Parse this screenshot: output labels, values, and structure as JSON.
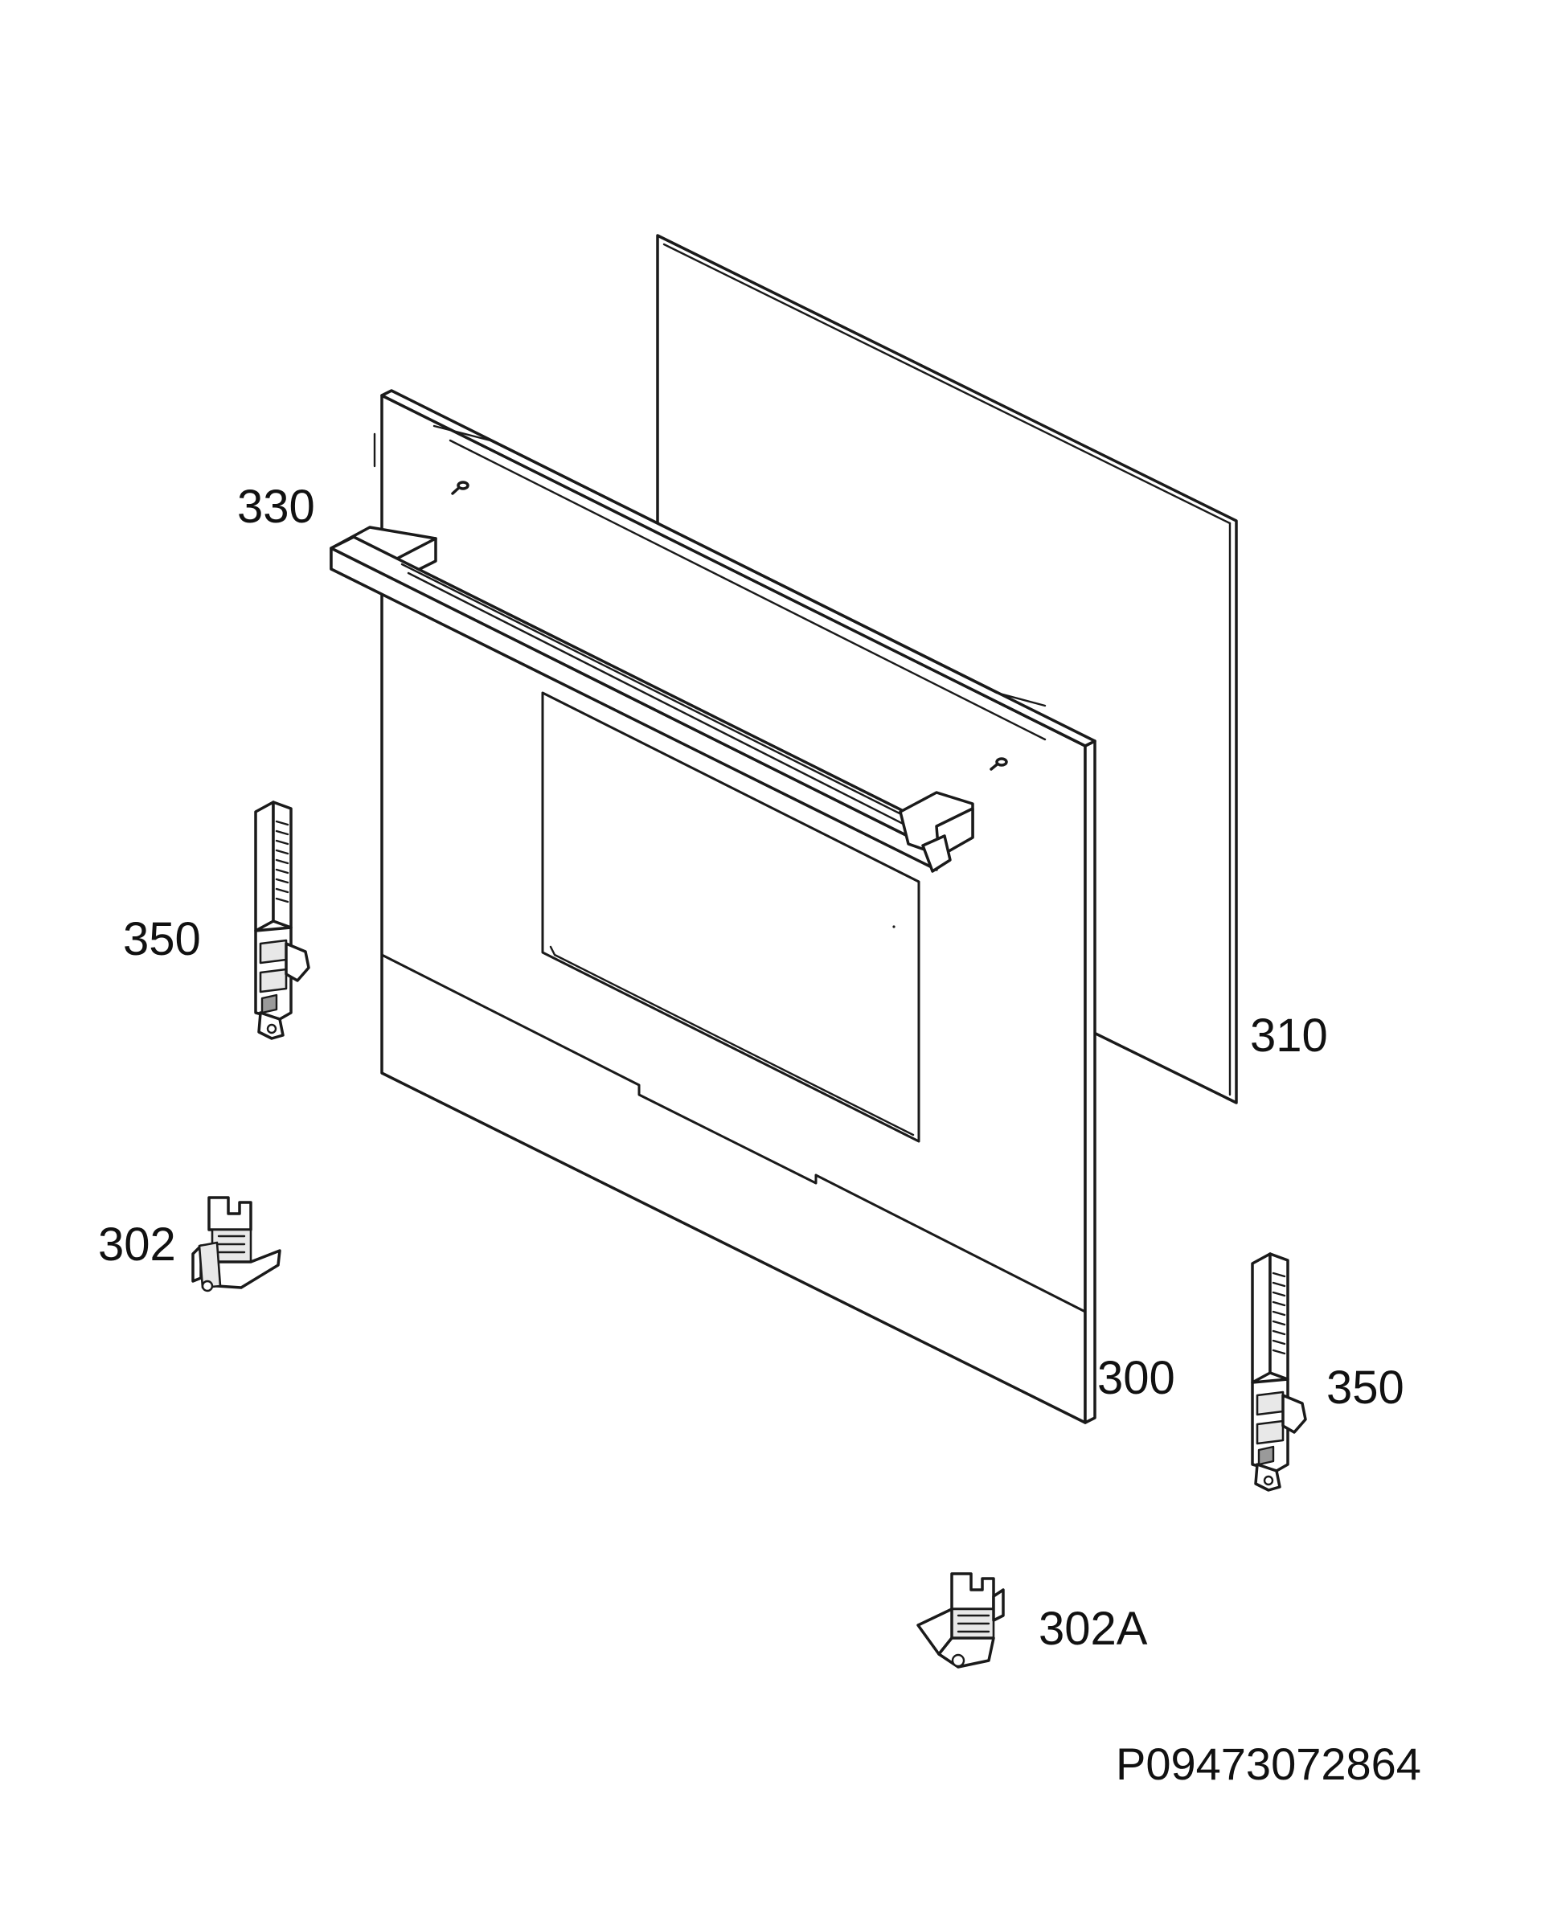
{
  "parts": {
    "handle": "330",
    "inner_glass": "310",
    "hinge_left": "350",
    "hinge_right": "350",
    "hinge_holder_left": "302",
    "door_panel": "300",
    "hinge_holder_right": "302A"
  },
  "document": {
    "code": "P09473072864"
  }
}
